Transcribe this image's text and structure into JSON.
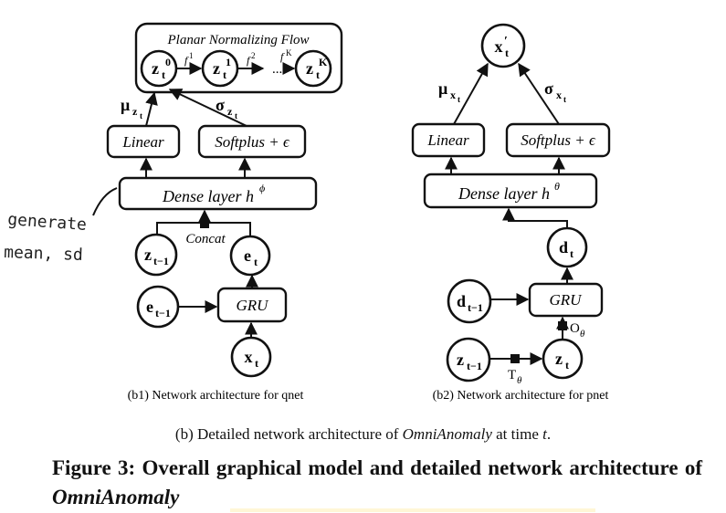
{
  "qnet": {
    "flow_title": "Planar Normalizing Flow",
    "flow_nodes": [
      {
        "base": "z",
        "sub": "t",
        "sup": "0"
      },
      {
        "base": "z",
        "sub": "t",
        "sup": "1"
      },
      {
        "base": "z",
        "sub": "t",
        "sup": "K"
      }
    ],
    "flow_edges": [
      "f",
      "f",
      "f"
    ],
    "flow_edge_sups": [
      "1",
      "2",
      "K"
    ],
    "flow_ellipsis": "...",
    "mu_label": {
      "base": "μ",
      "sub": "z",
      "subsub": "t"
    },
    "sigma_label": {
      "base": "σ",
      "sub": "z",
      "subsub": "t"
    },
    "linear": "Linear",
    "softplus": "Softplus + ϵ",
    "dense": {
      "text": "Dense layer h",
      "sup": "ϕ"
    },
    "concat": "Concat",
    "nodes": {
      "z_prev": {
        "base": "z",
        "sub": "t−1"
      },
      "e_t": {
        "base": "e",
        "sub": "t"
      },
      "e_prev": {
        "base": "e",
        "sub": "t−1"
      },
      "x_t": {
        "base": "x",
        "sub": "t"
      }
    },
    "gru": "GRU",
    "caption": "(b1) Network architecture  for qnet"
  },
  "pnet": {
    "output_node": {
      "base": "x",
      "sub": "t",
      "prime": "′"
    },
    "mu_label": {
      "base": "μ",
      "sub": "x",
      "subsub": "t"
    },
    "sigma_label": {
      "base": "σ",
      "sub": "x",
      "subsub": "t"
    },
    "linear": "Linear",
    "softplus": "Softplus + ϵ",
    "dense": {
      "text": "Dense layer h",
      "sup": "θ"
    },
    "nodes": {
      "d_t": {
        "base": "d",
        "sub": "t"
      },
      "d_prev": {
        "base": "d",
        "sub": "t−1"
      },
      "z_t": {
        "base": "z",
        "sub": "t"
      },
      "z_prev": {
        "base": "z",
        "sub": "t−1"
      }
    },
    "gru": "GRU",
    "o_label": {
      "base": "O",
      "sub": "θ"
    },
    "t_label": {
      "base": "T",
      "sub": "θ"
    },
    "caption": "(b2) Network architecture  for pnet"
  },
  "annotation": {
    "lines": [
      "generate",
      "mean, sd"
    ]
  },
  "subcaption": {
    "prefix": "(b)  Detailed network architecture of ",
    "name": "OmniAnomaly",
    "suffix": " at time ",
    "var": "t",
    "end": "."
  },
  "figure_caption": {
    "prefix": "Figure 3: Overall graphical model and detailed network architecture of ",
    "name": "OmniAnomaly"
  },
  "colors": {
    "ink": "#111111",
    "annotation": "#222222",
    "highlight": "#fff6d6"
  }
}
